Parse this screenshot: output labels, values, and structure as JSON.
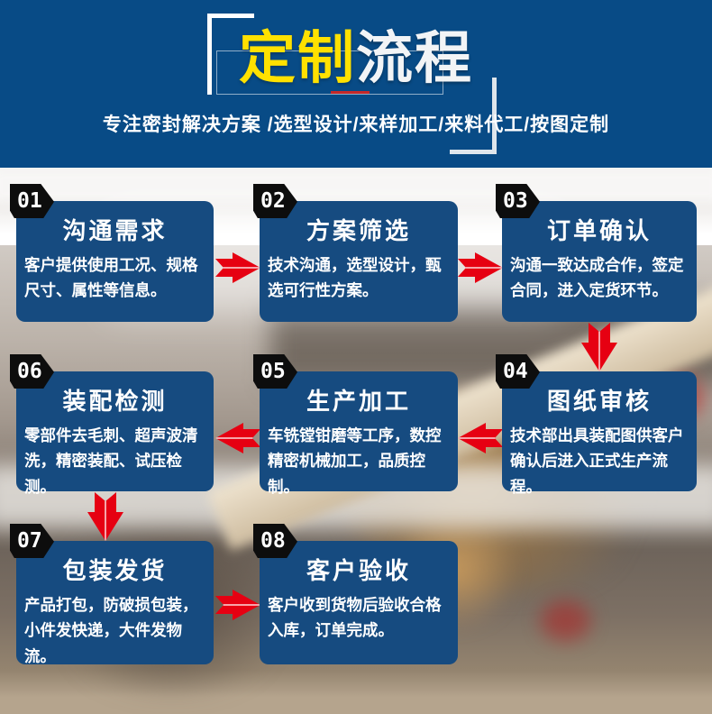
{
  "header": {
    "title_part1": "定制",
    "title_part2": "流程",
    "subtitle": "专注密封解决方案 /选型设计/来样加工/来料代工/按图定制"
  },
  "steps": [
    {
      "number": "01",
      "title": "沟通需求",
      "body": "客户提供使用工况、规格尺寸、属性等信息。"
    },
    {
      "number": "02",
      "title": "方案筛选",
      "body": "技术沟通，选型设计，甄选可行性方案。"
    },
    {
      "number": "03",
      "title": "订单确认",
      "body": "沟通一致达成合作，签定合同，进入定货环节。"
    },
    {
      "number": "04",
      "title": "图纸审核",
      "body": "技术部出具装配图供客户确认后进入正式生产流程。"
    },
    {
      "number": "05",
      "title": "生产加工",
      "body": "车铣镗钳磨等工序，数控精密机械加工，品质控制。"
    },
    {
      "number": "06",
      "title": "装配检测",
      "body": "零部件去毛刺、超声波清洗，精密装配、试压检测。"
    },
    {
      "number": "07",
      "title": "包装发货",
      "body": "产品打包，防破损包装，小件发快递，大件发物流。"
    },
    {
      "number": "08",
      "title": "客户验收",
      "body": "客户收到货物后验收合格入库，订单完成。"
    }
  ],
  "colors": {
    "header_blue": "#084b86",
    "card_blue": "#164b80",
    "badge_black": "#0d0d0d",
    "arrow_red": "#e60012",
    "title_yellow": "#ffe100",
    "title_silver": "#f2f4f6",
    "underline_red": "#c62828"
  }
}
